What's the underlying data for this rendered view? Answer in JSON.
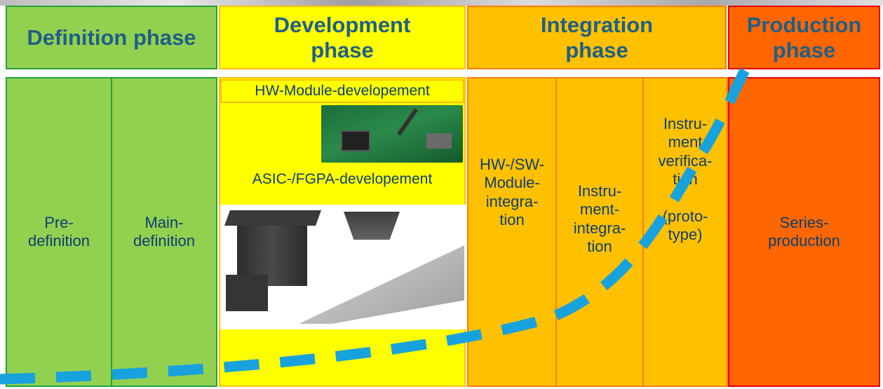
{
  "phases": {
    "definition": "Definition phase",
    "development": "Development\nphase",
    "integration": "Integration\nphase",
    "production": "Production\nphase"
  },
  "columns": {
    "predefinition": "Pre-\ndefinition",
    "maindefinition": "Main-\ndefinition",
    "hw_module_dev": "HW-Module-developement",
    "asic_dev": "ASIC-/FGPA-developement",
    "module_integration": "HW-/SW-\nModule-\nintegra-\ntion",
    "instrument_integration": "Instru-\nment-\nintegra-\ntion",
    "instrument_verification": "Instru-\nment\nverifica-\ntion\n\n(proto-\ntype)",
    "series_production": "Series-\nproduction"
  },
  "colors": {
    "definition": "#92d050",
    "definition_border": "#22a33a",
    "development": "#ffff00",
    "development_border": "#ffc000",
    "integration": "#ffc000",
    "integration_border": "#ff7c10",
    "production": "#ff6600",
    "production_border": "#e8000b",
    "curve": "#17a2dd"
  }
}
